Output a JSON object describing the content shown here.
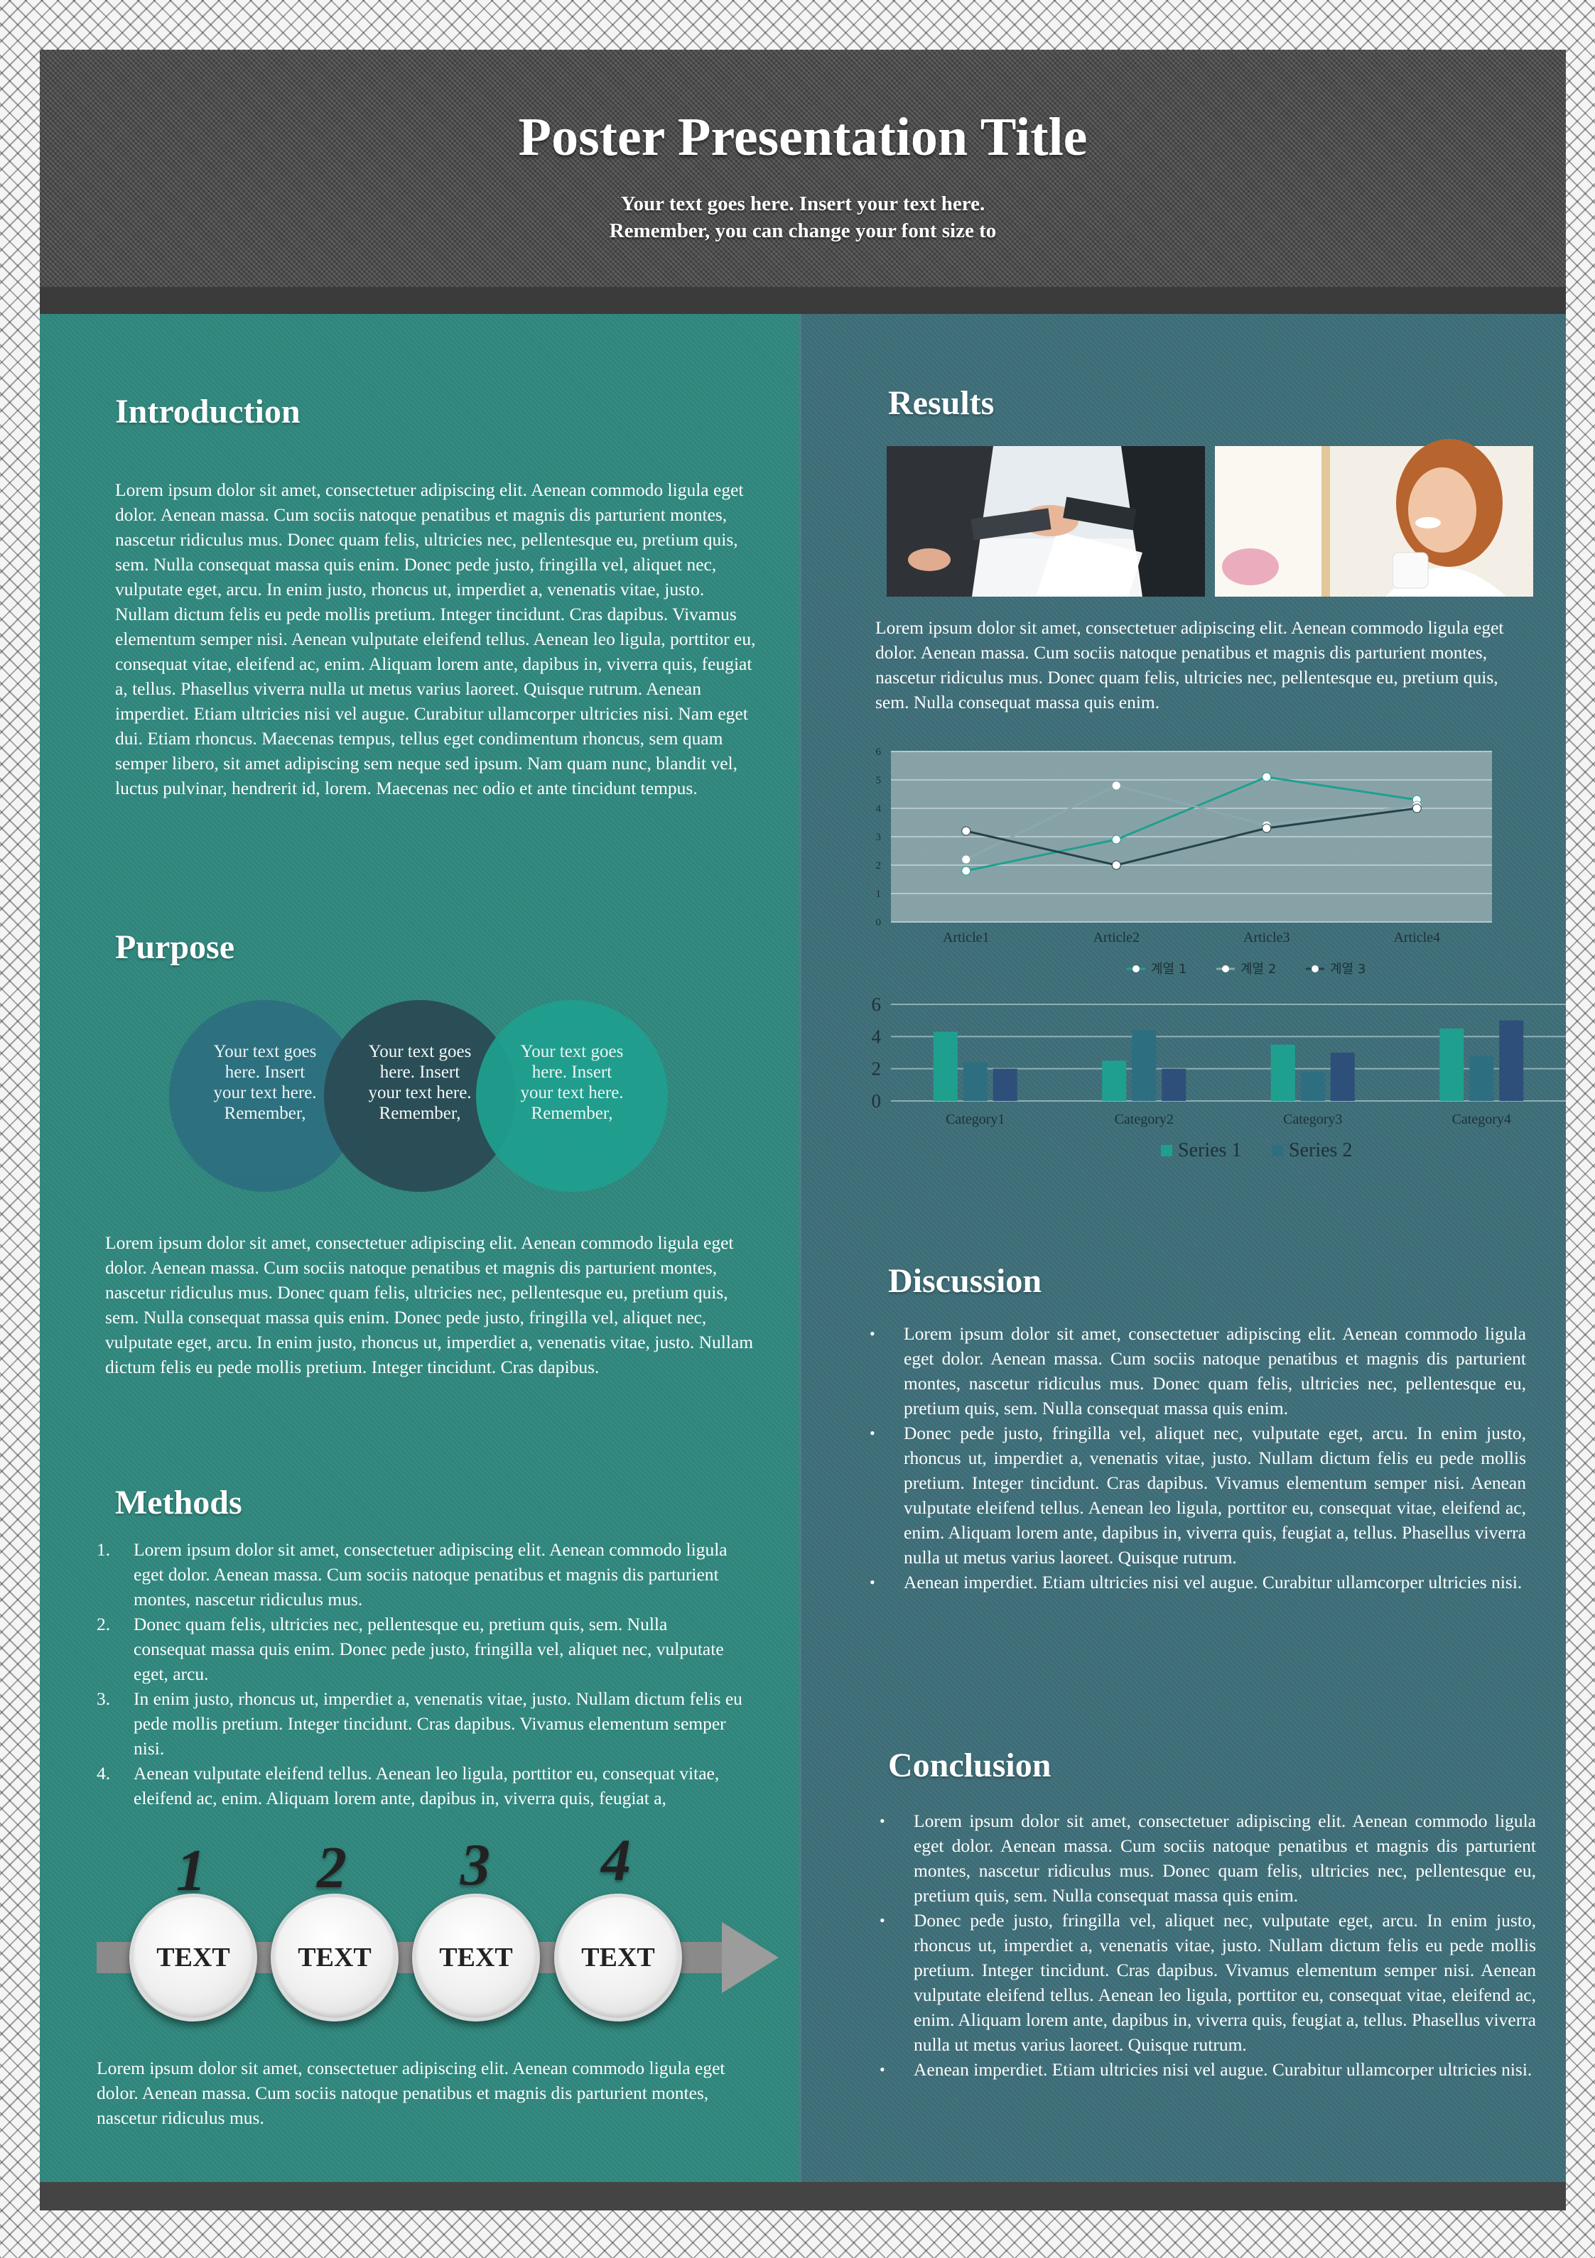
{
  "header": {
    "title": "Poster Presentation Title",
    "subtitle_line1": "Your text goes here.  Insert your text here.",
    "subtitle_line2": "Remember, you can change your font size to"
  },
  "introduction": {
    "heading": "Introduction",
    "body": "Lorem ipsum dolor sit amet, consectetuer adipiscing elit. Aenean commodo ligula eget dolor. Aenean massa. Cum sociis natoque penatibus et magnis dis parturient montes, nascetur ridiculus mus. Donec quam felis, ultricies nec, pellentesque eu, pretium quis, sem. Nulla consequat massa quis enim. Donec pede justo, fringilla vel, aliquet nec, vulputate eget, arcu. In enim justo, rhoncus ut, imperdiet a, venenatis vitae, justo. Nullam dictum felis eu pede mollis pretium. Integer tincidunt. Cras dapibus. Vivamus elementum semper nisi. Aenean vulputate eleifend tellus. Aenean leo ligula, porttitor eu, consequat vitae, eleifend ac, enim. Aliquam lorem ante, dapibus in, viverra quis, feugiat a, tellus. Phasellus viverra nulla ut metus varius laoreet. Quisque rutrum. Aenean imperdiet. Etiam ultricies nisi vel augue. Curabitur ullamcorper ultricies nisi. Nam eget dui. Etiam rhoncus. Maecenas tempus, tellus eget condimentum rhoncus, sem quam semper libero, sit amet adipiscing sem neque sed ipsum. Nam quam nunc, blandit vel, luctus pulvinar, hendrerit id, lorem. Maecenas nec odio et ante tincidunt tempus."
  },
  "purpose": {
    "heading": "Purpose",
    "circles": [
      {
        "text": "Your text goes here. Insert your text here. Remember,",
        "color": "#2d6f80"
      },
      {
        "text": "Your text goes here. Insert your text here. Remember,",
        "color": "#2a4b55"
      },
      {
        "text": "Your text goes here. Insert your text here. Remember,",
        "color": "#1fa08f"
      }
    ],
    "body": "Lorem ipsum dolor sit amet, consectetuer adipiscing elit. Aenean commodo ligula eget dolor. Aenean massa. Cum sociis natoque penatibus et magnis dis parturient montes, nascetur ridiculus mus. Donec quam felis, ultricies nec, pellentesque eu, pretium quis, sem. Nulla consequat massa quis enim. Donec pede justo, fringilla vel, aliquet nec, vulputate eget, arcu. In enim justo, rhoncus ut, imperdiet a, venenatis vitae, justo. Nullam dictum felis eu pede mollis pretium. Integer tincidunt. Cras dapibus."
  },
  "methods": {
    "heading": "Methods",
    "items": [
      {
        "num": "1.",
        "text": "Lorem ipsum dolor sit amet, consectetuer adipiscing elit. Aenean commodo ligula eget dolor. Aenean massa. Cum sociis natoque penatibus et magnis dis parturient montes, nascetur ridiculus mus."
      },
      {
        "num": "2.",
        "text": "Donec quam felis, ultricies nec, pellentesque eu, pretium quis, sem. Nulla consequat massa quis enim. Donec pede justo, fringilla vel, aliquet nec, vulputate eget, arcu."
      },
      {
        "num": "3.",
        "text": "In enim justo, rhoncus ut, imperdiet a, venenatis vitae, justo. Nullam dictum felis eu pede mollis pretium. Integer tincidunt. Cras dapibus. Vivamus elementum semper nisi."
      },
      {
        "num": "4.",
        "text": "Aenean vulputate eleifend tellus. Aenean leo ligula, porttitor eu, consequat vitae, eleifend ac, enim. Aliquam lorem ante, dapibus in, viverra quis, feugiat a,"
      }
    ],
    "steps": [
      {
        "num": "1",
        "label": "TEXT"
      },
      {
        "num": "2",
        "label": "TEXT"
      },
      {
        "num": "3",
        "label": "TEXT"
      },
      {
        "num": "4",
        "label": "TEXT"
      }
    ],
    "body": "Lorem ipsum dolor sit amet, consectetuer adipiscing elit. Aenean commodo ligula eget dolor. Aenean massa. Cum sociis natoque penatibus et magnis dis parturient montes, nascetur ridiculus mus."
  },
  "results": {
    "heading": "Results",
    "body": "Lorem ipsum dolor sit amet, consectetuer adipiscing elit. Aenean commodo ligula eget dolor. Aenean massa. Cum sociis natoque penatibus et magnis dis parturient montes, nascetur ridiculus mus. Donec quam felis, ultricies nec, pellentesque eu, pretium quis, sem. Nulla consequat massa quis enim."
  },
  "chart_data": [
    {
      "type": "line",
      "categories": [
        "Article1",
        "Article2",
        "Article3",
        "Article4"
      ],
      "ylim": [
        0,
        6
      ],
      "yticks": [
        0,
        1,
        2,
        3,
        4,
        5,
        6
      ],
      "grid": true,
      "legend": "bottom",
      "series": [
        {
          "name": "계열 1",
          "values": [
            1.8,
            2.9,
            5.1,
            4.3
          ],
          "color": "#1fa08f"
        },
        {
          "name": "계열 2",
          "values": [
            2.2,
            4.8,
            3.4,
            4.1
          ],
          "color": "#8aa8ae"
        },
        {
          "name": "계열 3",
          "values": [
            3.2,
            2.0,
            3.3,
            4.0
          ],
          "color": "#24424a"
        }
      ]
    },
    {
      "type": "bar",
      "categories": [
        "Category1",
        "Category2",
        "Category3",
        "Category4"
      ],
      "ylim": [
        0,
        6
      ],
      "yticks": [
        0,
        2,
        4,
        6
      ],
      "grid": true,
      "legend": "bottom",
      "series": [
        {
          "name": "Series 1",
          "values": [
            4.3,
            2.5,
            3.5,
            4.5
          ],
          "color": "#1fa08f"
        },
        {
          "name": "Series 2",
          "values": [
            2.4,
            4.4,
            1.8,
            2.8
          ],
          "color": "#2d6f80"
        },
        {
          "name": "",
          "values": [
            2.0,
            2.0,
            3.0,
            5.0
          ],
          "color": "#2e4f7a"
        }
      ]
    }
  ],
  "discussion": {
    "heading": "Discussion",
    "bullets": [
      "Lorem ipsum dolor sit amet, consectetuer adipiscing elit. Aenean commodo ligula eget dolor. Aenean massa. Cum sociis natoque penatibus et magnis dis parturient montes, nascetur ridiculus mus. Donec quam felis, ultricies nec, pellentesque eu, pretium quis, sem. Nulla consequat massa quis enim.",
      " Donec pede justo, fringilla vel, aliquet nec, vulputate eget, arcu. In enim justo, rhoncus ut, imperdiet a, venenatis vitae, justo. Nullam dictum felis eu pede mollis pretium. Integer tincidunt. Cras dapibus. Vivamus elementum semper nisi. Aenean vulputate eleifend tellus. Aenean leo ligula, porttitor eu, consequat vitae, eleifend ac, enim. Aliquam lorem ante, dapibus in, viverra quis, feugiat a, tellus. Phasellus viverra nulla ut metus varius laoreet. Quisque rutrum.",
      "Aenean imperdiet. Etiam ultricies nisi vel augue. Curabitur ullamcorper ultricies nisi."
    ]
  },
  "conclusion": {
    "heading": "Conclusion",
    "bullets": [
      "Lorem ipsum dolor sit amet, consectetuer adipiscing elit. Aenean commodo ligula eget dolor. Aenean massa. Cum sociis natoque penatibus et magnis dis parturient montes, nascetur ridiculus mus. Donec quam felis, ultricies nec, pellentesque eu, pretium quis, sem. Nulla consequat massa quis enim.",
      " Donec pede justo, fringilla vel, aliquet nec, vulputate eget, arcu. In enim justo, rhoncus ut, imperdiet a, venenatis vitae, justo. Nullam dictum felis eu pede mollis pretium. Integer tincidunt. Cras dapibus. Vivamus elementum semper nisi. Aenean vulputate eleifend tellus. Aenean leo ligula, porttitor eu, consequat vitae, eleifend ac, enim. Aliquam lorem ante, dapibus in, viverra quis, feugiat a, tellus. Phasellus viverra nulla ut metus varius laoreet. Quisque rutrum.",
      "Aenean imperdiet. Etiam ultricies nisi vel augue. Curabitur ullamcorper ultricies nisi."
    ]
  }
}
